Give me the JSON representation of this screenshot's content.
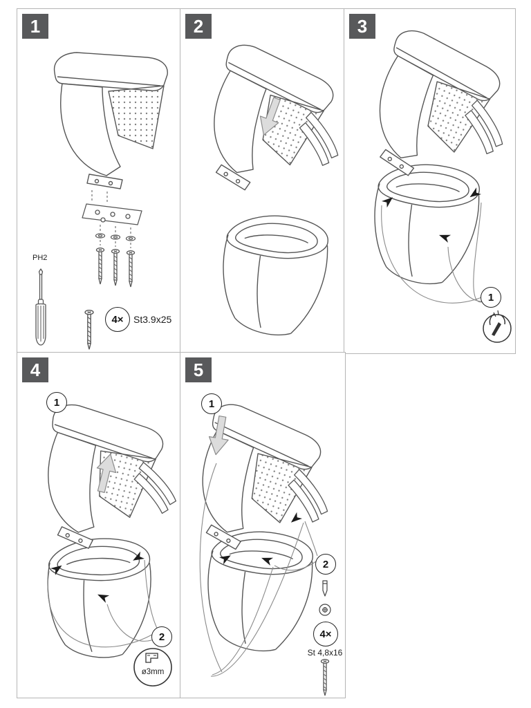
{
  "colors": {
    "badge_background": "#58595b",
    "badge_text": "#ffffff",
    "line": "#555555",
    "panel_border": "#b5b5b5",
    "slide_arrow_fill": "#dcdcdc"
  },
  "panels": [
    {
      "number": "1",
      "tool_label": "PH2",
      "quantity_label": "4×",
      "screw_spec": "St3.9x25"
    },
    {
      "number": "2"
    },
    {
      "number": "3",
      "callout_1": "1"
    },
    {
      "number": "4",
      "callout_1": "1",
      "callout_2": "2",
      "drill_spec": "ø3mm"
    },
    {
      "number": "5",
      "callout_1": "1",
      "callout_2": "2",
      "quantity_label": "4×",
      "screw_spec": "St 4,8x16"
    }
  ]
}
